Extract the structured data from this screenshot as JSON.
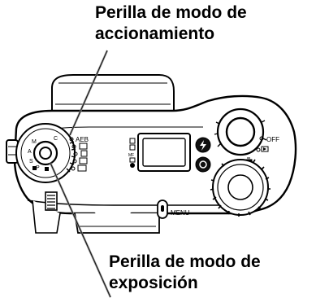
{
  "callouts": {
    "drive_mode_dial": {
      "line1": "Perilla de modo de",
      "line2": "accionamiento"
    },
    "exposure_mode_dial": {
      "line1": "Perilla de modo de",
      "line2": "exposición"
    }
  },
  "camera": {
    "drive_mode_labels": {
      "aeb": "AEB"
    },
    "power_labels": {
      "off": "OFF"
    },
    "buttons": {
      "menu": "MENU"
    }
  },
  "colors": {
    "ink": "#000000",
    "paper": "#ffffff",
    "body_shade": "#1a1a1a"
  }
}
